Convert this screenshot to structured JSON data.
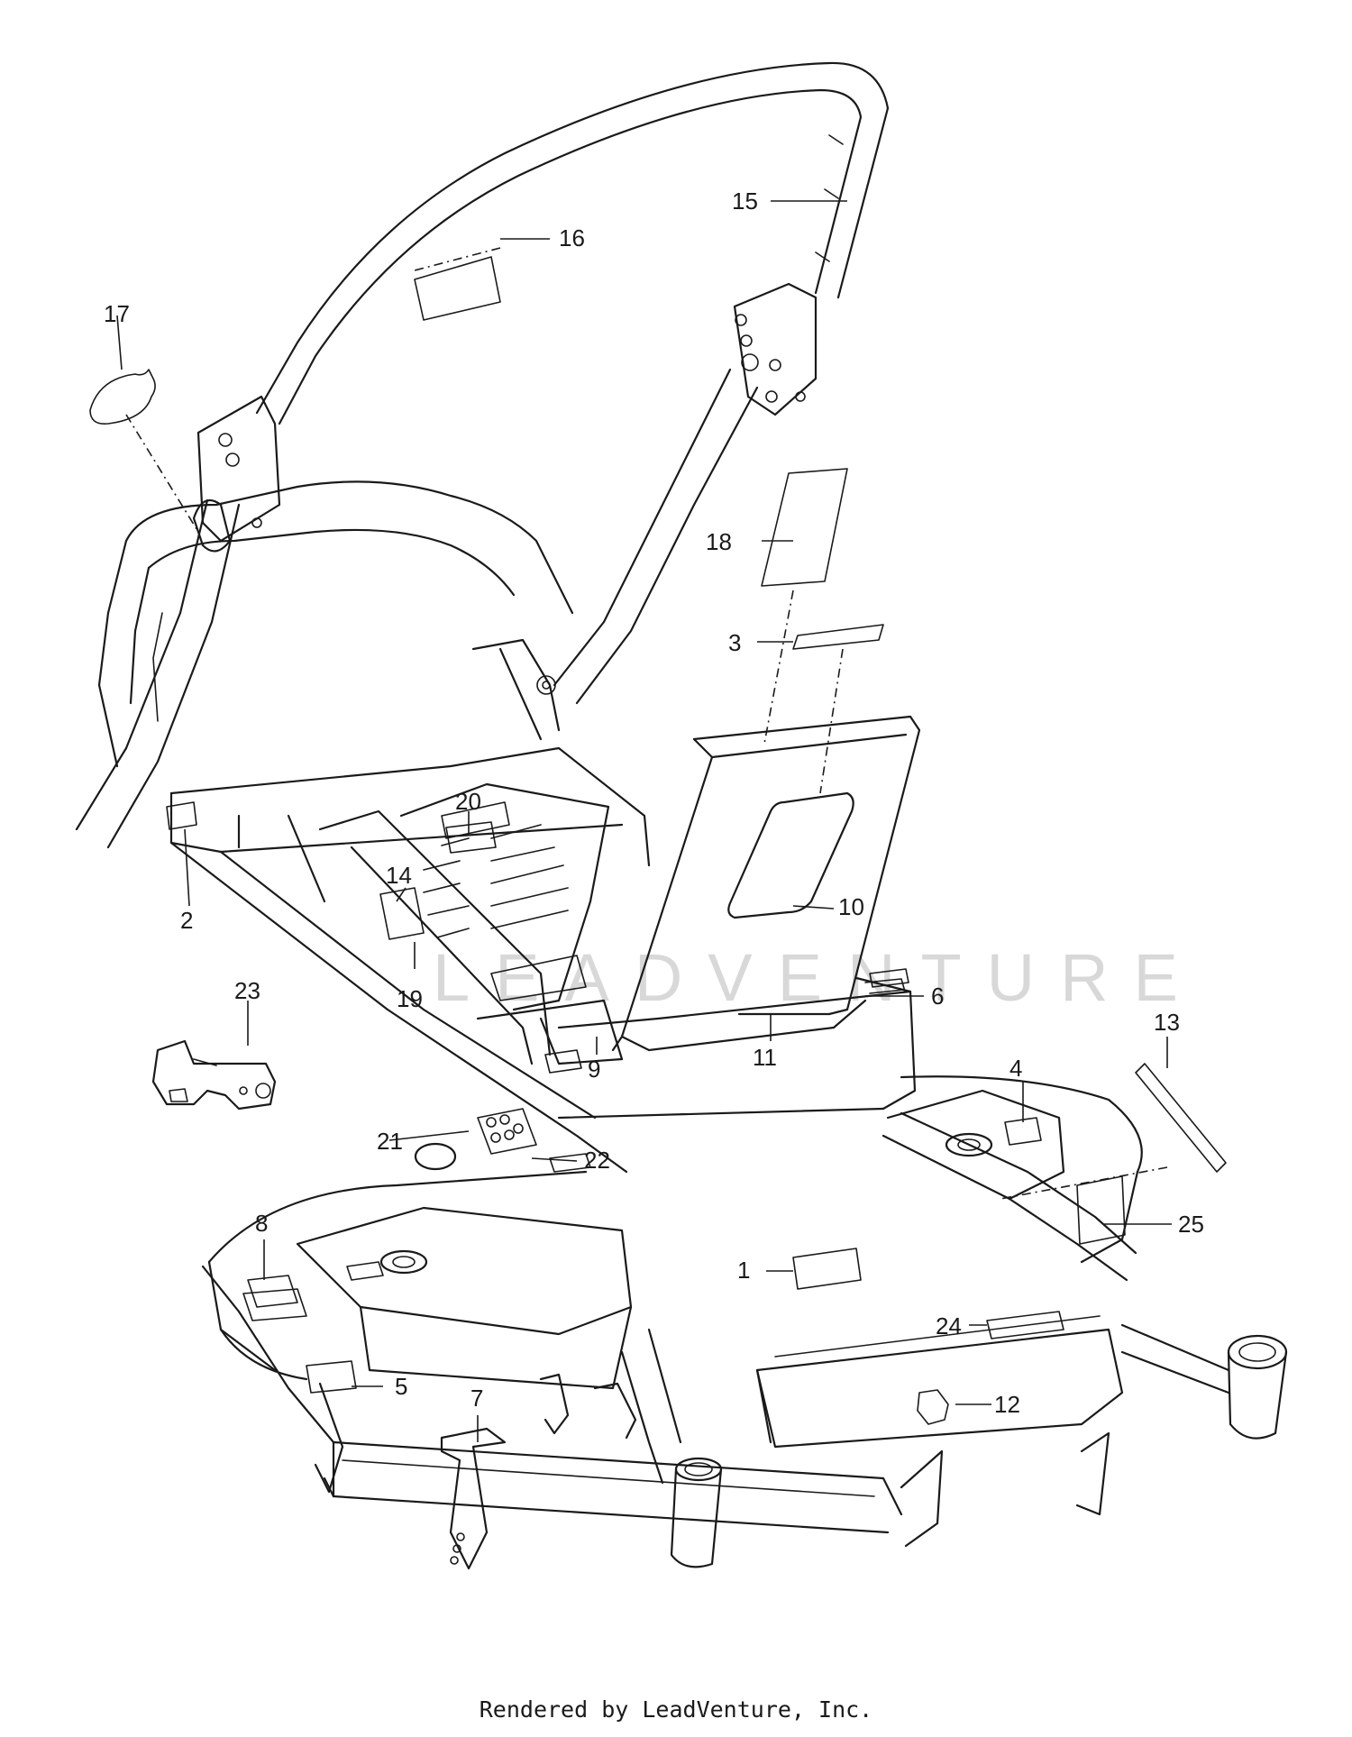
{
  "watermark": "LEADVENTURE",
  "footer": "Rendered by LeadVenture, Inc.",
  "callouts": [
    {
      "label": "1"
    },
    {
      "label": "2"
    },
    {
      "label": "3"
    },
    {
      "label": "4"
    },
    {
      "label": "5"
    },
    {
      "label": "6"
    },
    {
      "label": "7"
    },
    {
      "label": "8"
    },
    {
      "label": "9"
    },
    {
      "label": "10"
    },
    {
      "label": "11"
    },
    {
      "label": "12"
    },
    {
      "label": "13"
    },
    {
      "label": "14"
    },
    {
      "label": "15"
    },
    {
      "label": "16"
    },
    {
      "label": "17"
    },
    {
      "label": "18"
    },
    {
      "label": "19"
    },
    {
      "label": "20"
    },
    {
      "label": "21"
    },
    {
      "label": "22"
    },
    {
      "label": "23"
    },
    {
      "label": "24"
    },
    {
      "label": "25"
    }
  ]
}
